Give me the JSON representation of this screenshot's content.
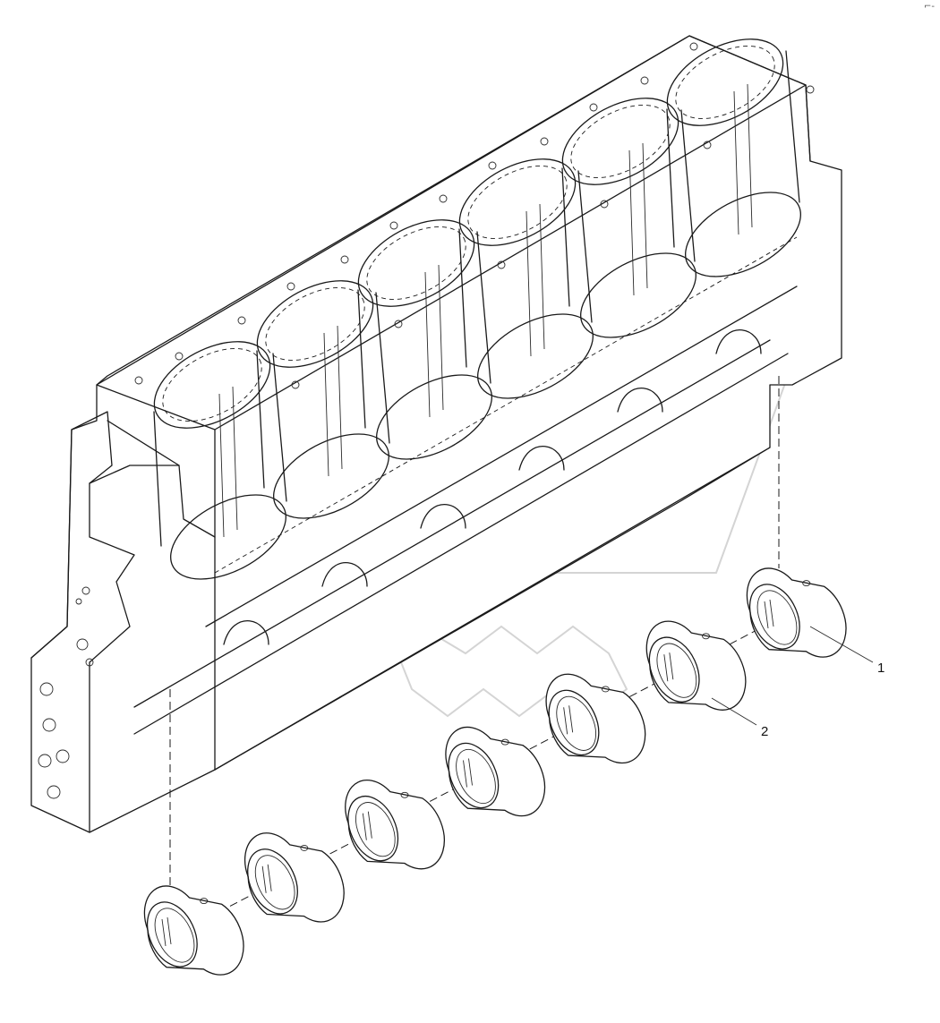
{
  "callouts": [
    {
      "id": "1",
      "label": "1"
    },
    {
      "id": "2",
      "label": "2"
    }
  ],
  "corner_mark": "⌐‐",
  "colors": {
    "line": "#1a1a1a",
    "background": "#ffffff",
    "watermark": "#b0b0b0"
  },
  "bearings": {
    "count": 7
  }
}
